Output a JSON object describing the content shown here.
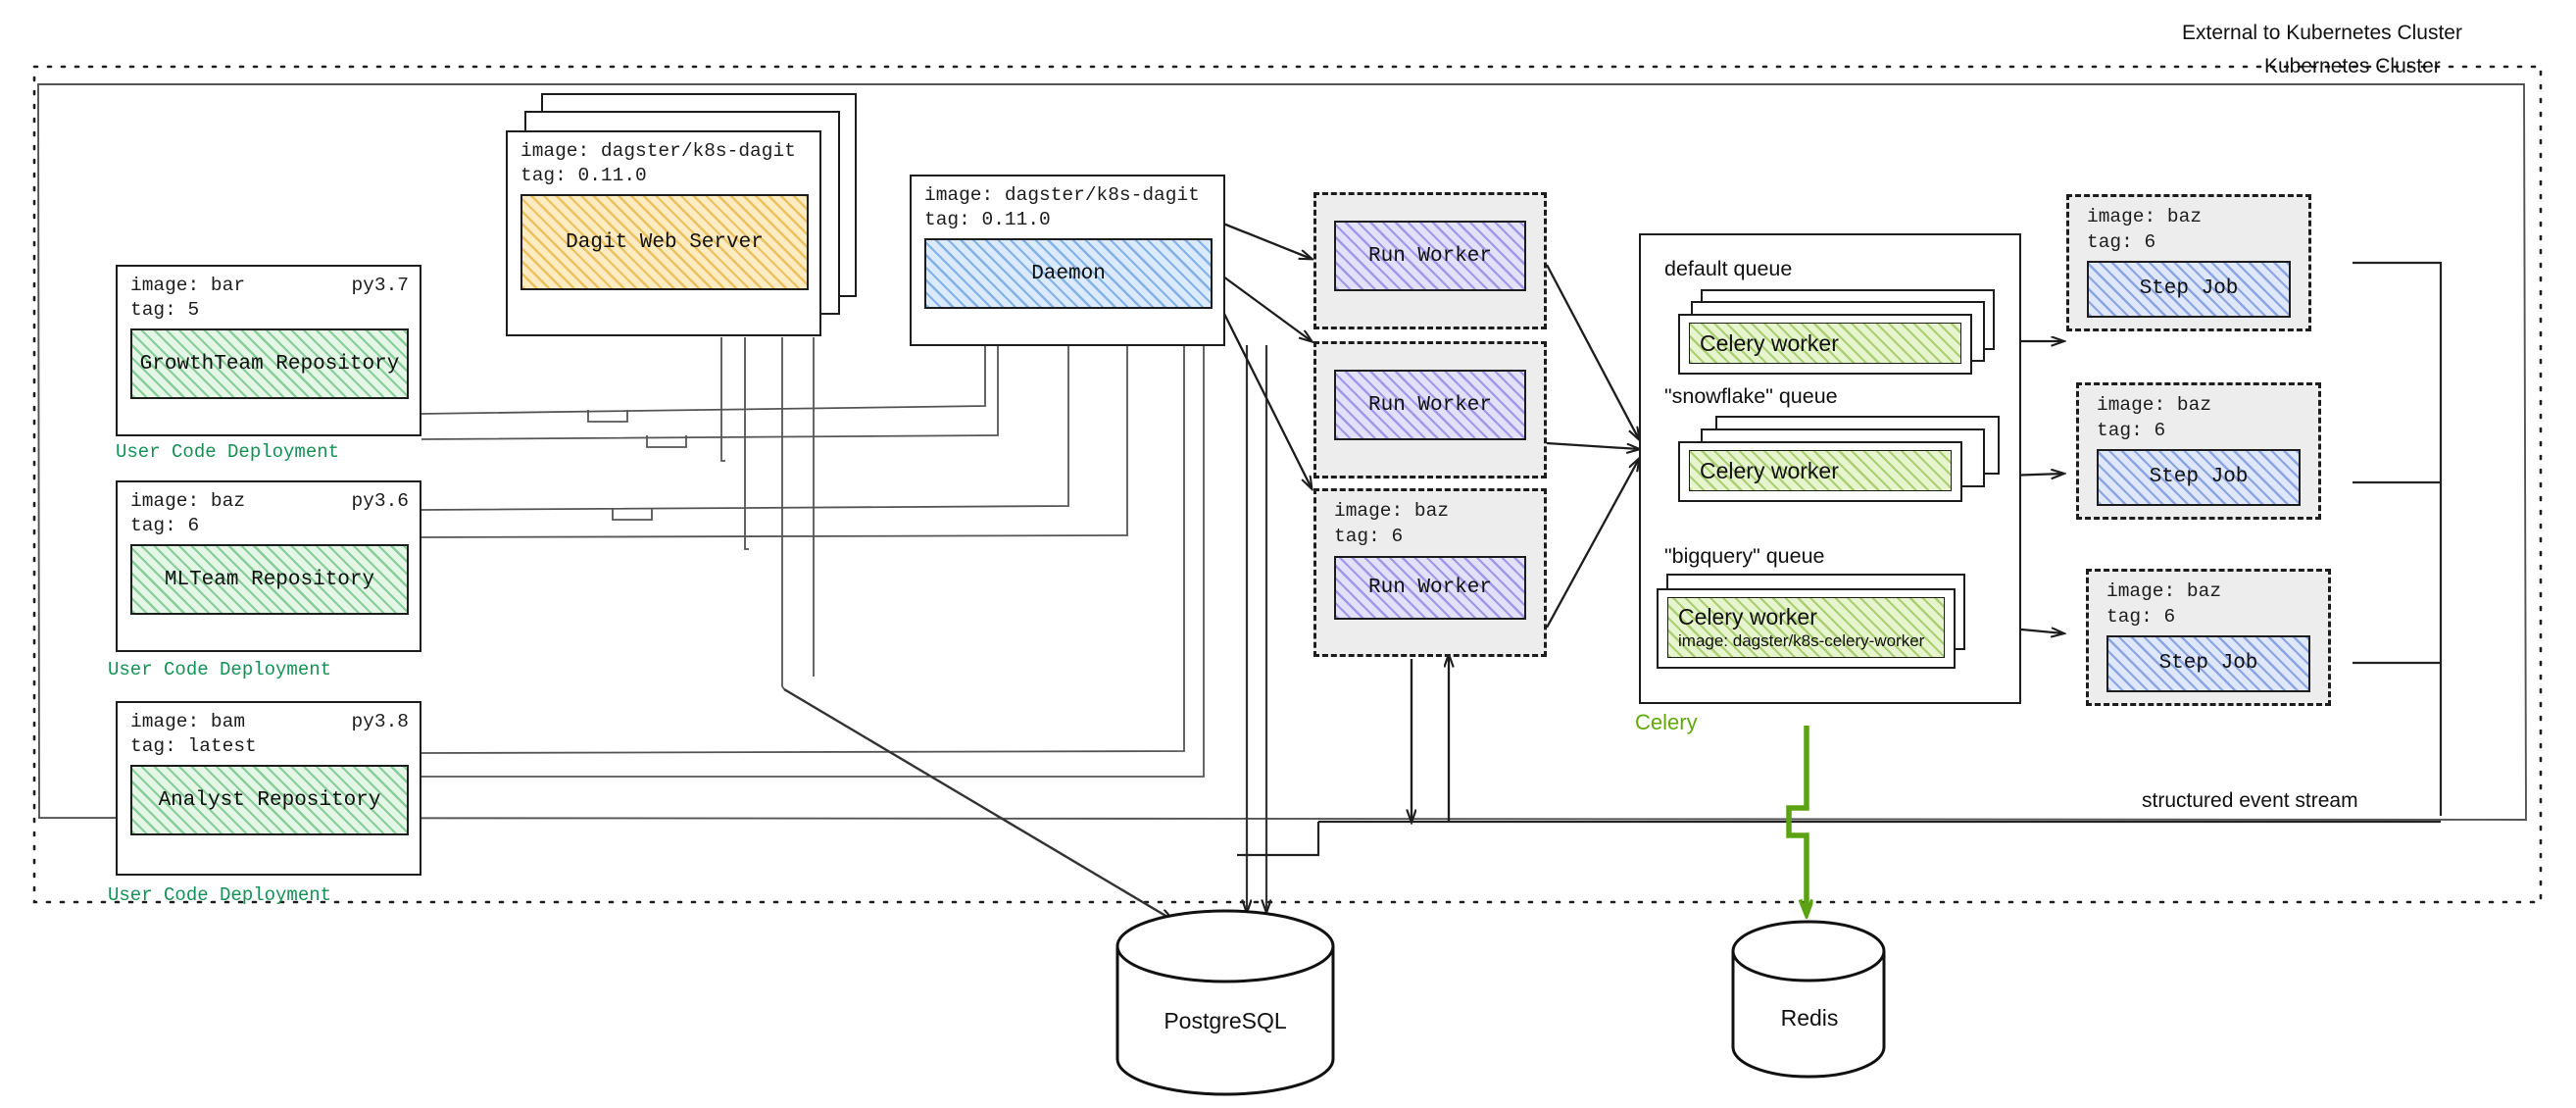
{
  "zones": {
    "external_label": "External to Kubernetes Cluster",
    "k8s_label": "Kubernetes Cluster",
    "structured_event_stream_label": "structured event stream"
  },
  "user_code_deployments": [
    {
      "image_line": "image: bar",
      "tag_line": "tag: 5",
      "python_version": "py3.7",
      "repository": "GrowthTeam Repository",
      "caption": "User Code Deployment"
    },
    {
      "image_line": "image: baz",
      "tag_line": "tag: 6",
      "python_version": "py3.6",
      "repository": "MLTeam Repository",
      "caption": "User Code Deployment"
    },
    {
      "image_line": "image: bam",
      "tag_line": "tag: latest",
      "python_version": "py3.8",
      "repository": "Analyst Repository",
      "caption": "User Code Deployment"
    }
  ],
  "dagit": {
    "image_line": "image: dagster/k8s-dagit",
    "tag_line": "tag: 0.11.0",
    "title": "Dagit Web Server"
  },
  "daemon": {
    "image_line": "image: dagster/k8s-dagit",
    "tag_line": "tag: 0.11.0",
    "title": "Daemon"
  },
  "run_workers": [
    {
      "title": "Run Worker",
      "image_line": "",
      "tag_line": ""
    },
    {
      "title": "Run Worker",
      "image_line": "",
      "tag_line": ""
    },
    {
      "title": "Run Worker",
      "image_line": "image: baz",
      "tag_line": "tag: 6"
    }
  ],
  "celery": {
    "caption": "Celery",
    "queues": [
      {
        "title": "default queue",
        "worker_label": "Celery worker",
        "worker_image": "",
        "stack": 3
      },
      {
        "title": "\"snowflake\" queue",
        "worker_label": "Celery worker",
        "worker_image": "",
        "stack": 3
      },
      {
        "title": "\"bigquery\" queue",
        "worker_label": "Celery worker",
        "worker_image": "image: dagster/k8s-celery-worker",
        "stack": 2
      }
    ]
  },
  "step_jobs": [
    {
      "image_line": "image: baz",
      "tag_line": "tag: 6",
      "title": "Step Job"
    },
    {
      "image_line": "image: baz",
      "tag_line": "tag: 6",
      "title": "Step Job"
    },
    {
      "image_line": "image: baz",
      "tag_line": "tag: 6",
      "title": "Step Job"
    }
  ],
  "datastores": [
    {
      "name": "PostgreSQL"
    },
    {
      "name": "Redis"
    }
  ],
  "colors": {
    "repository_green": "#159155",
    "celery_green": "#63a70a",
    "redis_arrow_green": "#5ba313",
    "stroke": "#1d1d1d"
  }
}
